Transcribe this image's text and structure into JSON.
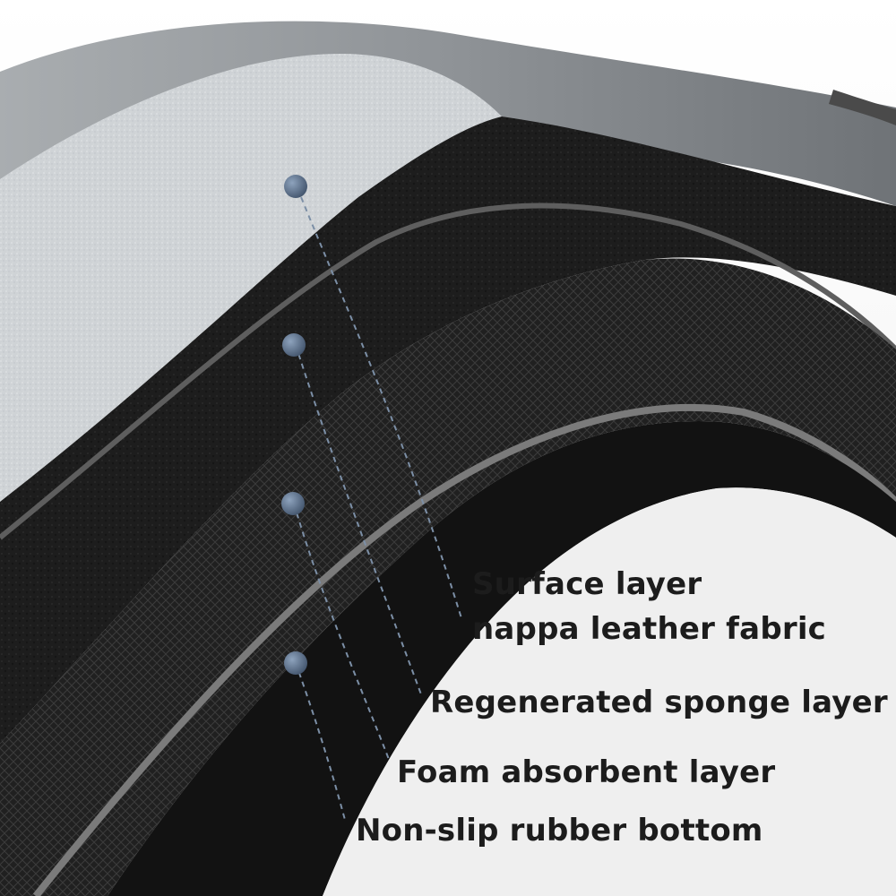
{
  "layers": [
    {
      "id": "surface",
      "title": "Surface layer",
      "subtitle": "nappa leather fabric"
    },
    {
      "id": "sponge",
      "title": "Regenerated sponge layer"
    },
    {
      "id": "foam",
      "title": "Foam absorbent layer"
    },
    {
      "id": "rubber",
      "title": "Non-slip rubber bottom"
    }
  ],
  "colors": {
    "fabric": "#cfd3d6",
    "sponge": "#1a1a1a",
    "foam": "#2d2d2d",
    "rubber": "#111111",
    "edge": "#6e6e6e",
    "marker": "#5b6f88",
    "leader": "#7c8fa6"
  }
}
